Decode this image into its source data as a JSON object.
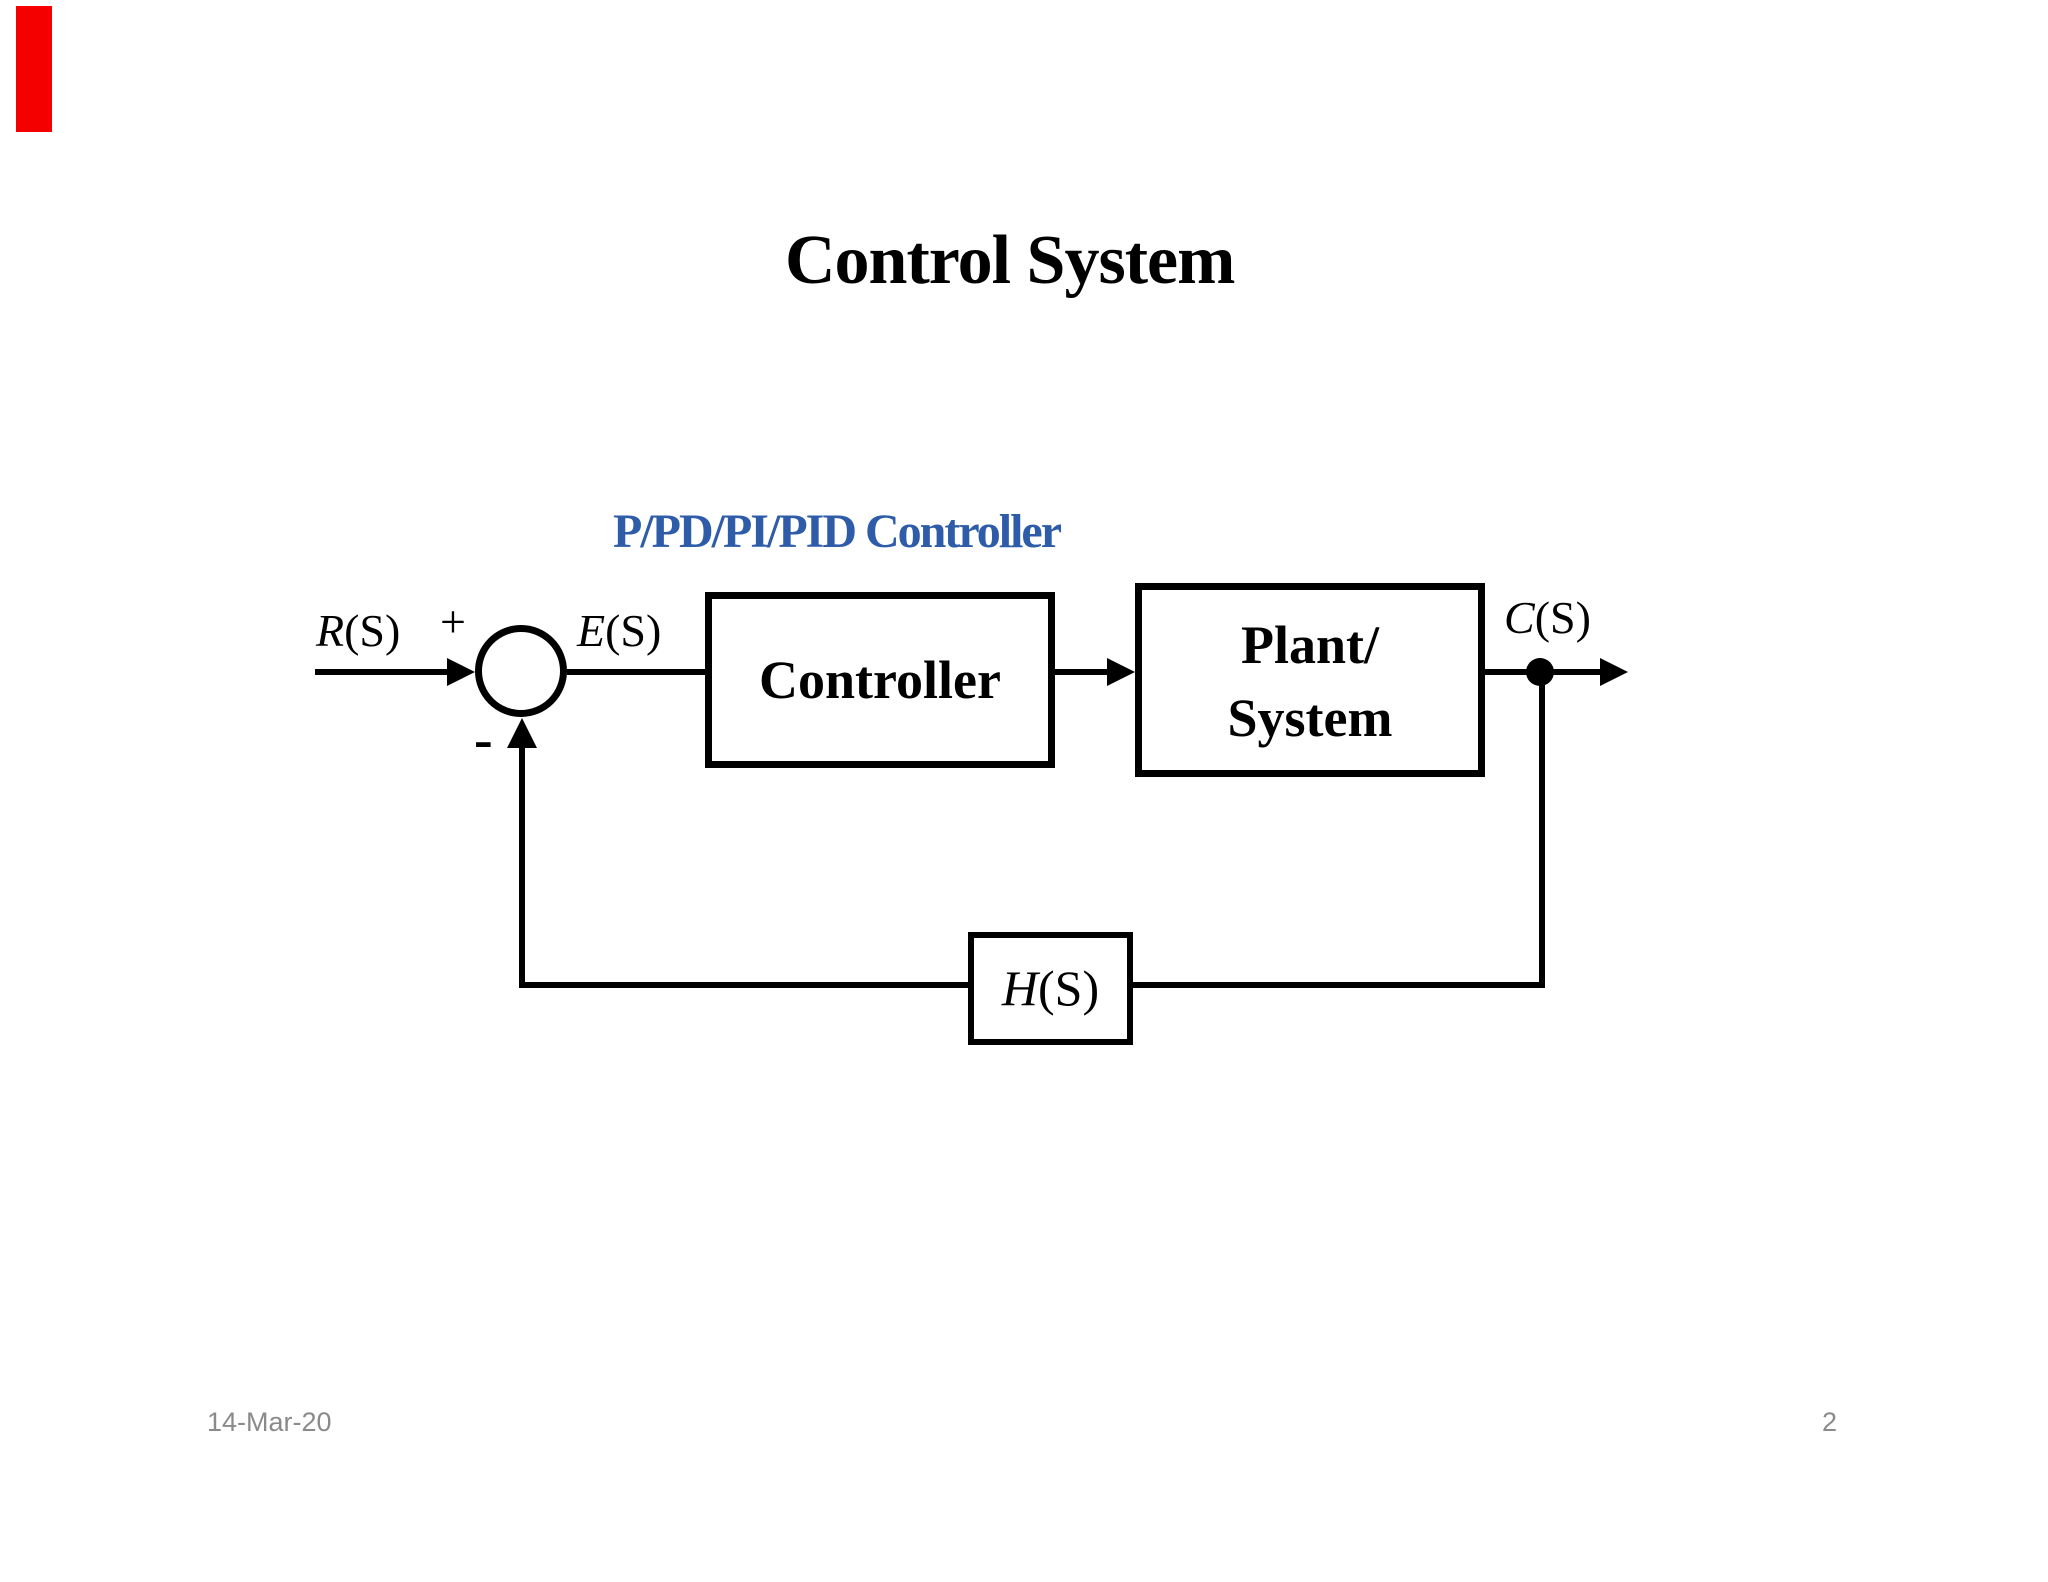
{
  "slide": {
    "title": "Control System",
    "subtitle": "P/PD/PI/PID Controller",
    "footer": {
      "date": "14-Mar-20",
      "page_number": "2"
    }
  },
  "diagram": {
    "signs": {
      "plus": "+",
      "minus": "-"
    },
    "signals": {
      "input": {
        "letter": "R",
        "suffix": "(S)"
      },
      "error": {
        "letter": "E",
        "suffix": "(S)"
      },
      "output": {
        "letter": "C",
        "suffix": "(S)"
      },
      "feedback": {
        "letter": "H",
        "suffix": "(S)"
      }
    },
    "blocks": {
      "controller": {
        "label": "Controller"
      },
      "plant": {
        "label_line1": "Plant/",
        "label_line2": "System"
      }
    }
  },
  "colors": {
    "subtitle_blue": "#2E5CA9",
    "line_black": "#000000",
    "footer_gray": "#8A8A8A",
    "marker_red": "#F40000"
  }
}
